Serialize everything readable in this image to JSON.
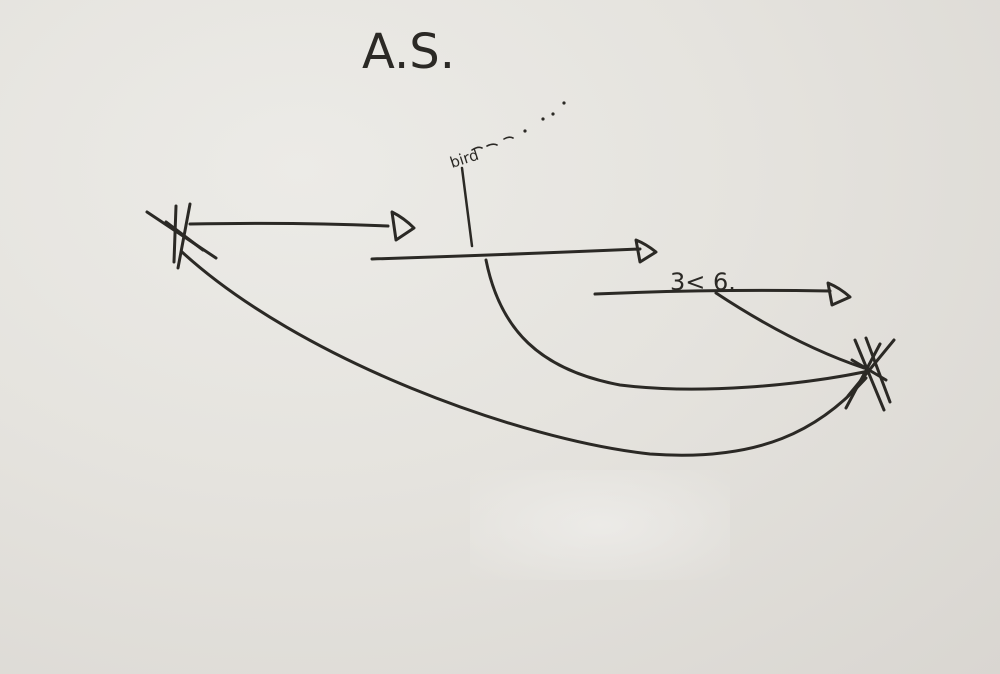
{
  "title": "A.S.",
  "note_top": "bird",
  "note_middle": "3< 6.",
  "colors": {
    "ink": "#2b2925",
    "board": "#e4e1dc"
  }
}
